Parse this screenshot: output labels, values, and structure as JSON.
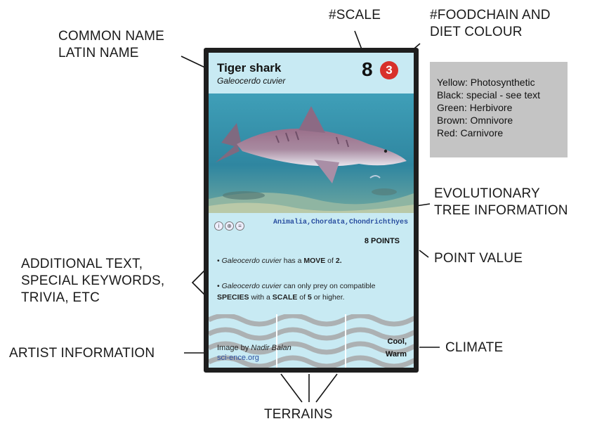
{
  "callouts": {
    "common_latin": "COMMON NAME\nLATIN NAME",
    "scale": "#SCALE",
    "foodchain": "#FOODCHAIN AND\nDIET COLOUR",
    "evolutionary": "EVOLUTIONARY\nTREE INFORMATION",
    "point_value": "POINT VALUE",
    "additional": "ADDITIONAL TEXT,\nSPECIAL KEYWORDS,\nTRIVIA, ETC",
    "artist": "ARTIST INFORMATION",
    "climate": "CLIMATE",
    "terrains": "TERRAINS"
  },
  "legend": [
    "Yellow: Photosynthetic",
    "Black: special - see text",
    "Green: Herbivore",
    "Brown: Omnivore",
    "Red: Carnivore"
  ],
  "card": {
    "common_name": "Tiger shark",
    "latin_name": "Galeocerdo cuvier",
    "scale": "8",
    "foodchain": "3",
    "diet_color": "#d8302a",
    "taxonomy": "Animalia,Chordata,Chondrichthyes",
    "points": "8 POINTS",
    "text1": {
      "bullet": "• ",
      "species": "Galeocerdo cuvier",
      "a": " has a ",
      "move": "MOVE",
      "b": " of ",
      "value": "2."
    },
    "text2": {
      "bullet": "• ",
      "species": "Galeocerdo cuvier",
      "a": " can only prey on compatible ",
      "kw1": "SPECIES",
      "b": " with a ",
      "kw2": "SCALE",
      "c": " of ",
      "kw3": "5",
      "d": " or higher."
    },
    "artist_prefix": "Image by ",
    "artist_name": "Nadir Balan",
    "artist_site": "sci-ence.org",
    "climate_line1": "Cool,",
    "climate_line2": "Warm"
  }
}
